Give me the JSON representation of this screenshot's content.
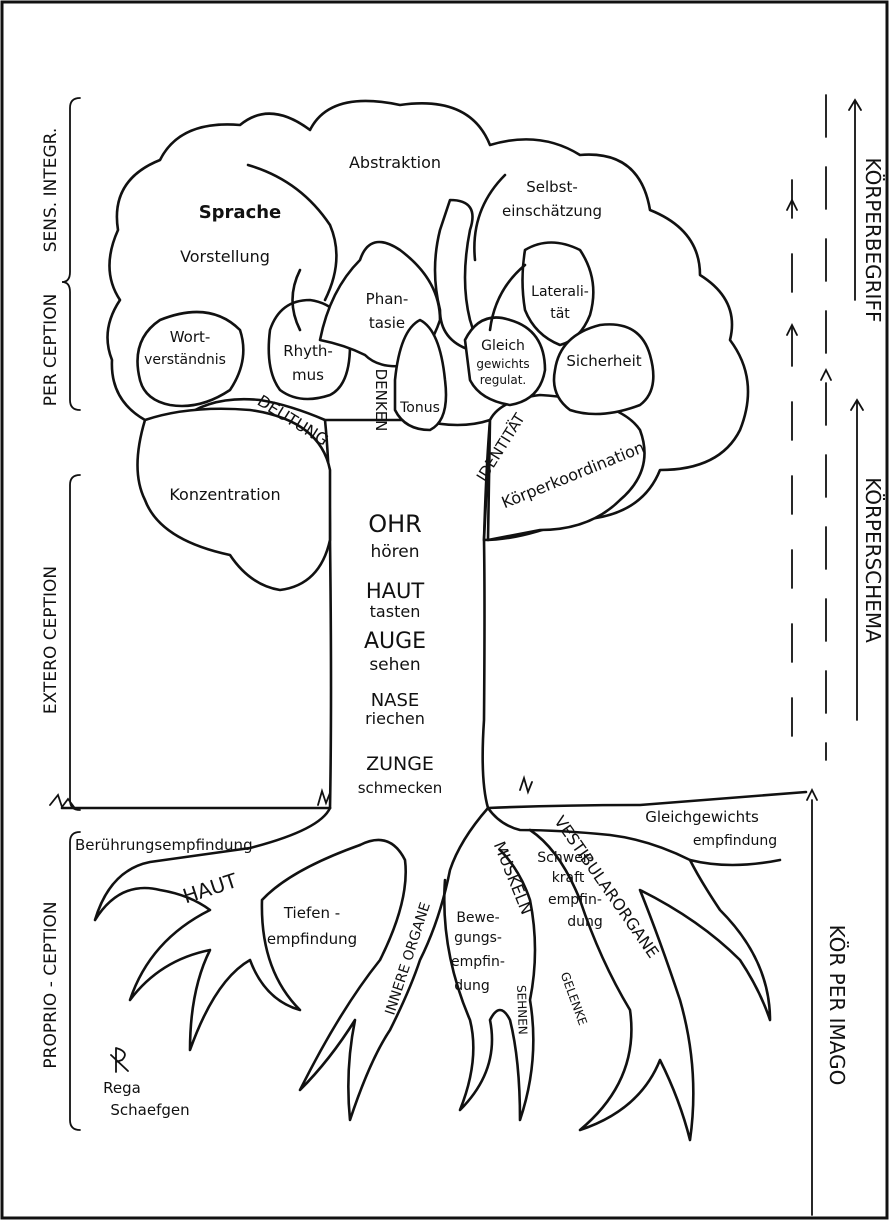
{
  "side_left": {
    "sens_integr": "SENS. INTEGR.",
    "perception": "PER CEPTION",
    "exteroception": "EXTERO CEPTION",
    "proprioception": "PROPRIO - CEPTION"
  },
  "side_right": {
    "koerperbegriff": "KÖRPERBEGRIFF",
    "koerperschema": "KÖRPERSCHEMA",
    "koerperimago": "KÖR PER IMAGO"
  },
  "crown": {
    "abstraktion": "Abstraktion",
    "selbst_1": "Selbst-",
    "selbst_2": "einschätzung",
    "sprache": "Sprache",
    "vorstellung": "Vorstellung",
    "phantasie_1": "Phan-",
    "phantasie_2": "tasie",
    "lateralitaet_1": "Laterali-",
    "lateralitaet_2": "tät",
    "wort_1": "Wort-",
    "wort_2": "verständnis",
    "rhythmus_1": "Rhyth-",
    "rhythmus_2": "mus",
    "denken": "DENKEN",
    "gleich_1": "Gleich",
    "gleich_2": "gewichts",
    "gleich_3": "regulat.",
    "sicherheit": "Sicherheit",
    "tonus": "Tonus",
    "deutung": "DEUTUNG",
    "identitaet": "IDENTITÄT",
    "konzentration": "Konzentration",
    "koerperkoordination": "Körperkoordination"
  },
  "trunk": {
    "ohr": "OHR",
    "hoeren": "hören",
    "haut": "HAUT",
    "tasten": "tasten",
    "auge": "AUGE",
    "sehen": "sehen",
    "nase": "NASE",
    "riechen": "riechen",
    "zunge": "ZUNGE",
    "schmecken": "schmecken"
  },
  "roots": {
    "beruehrung": "Berührungsempfindung",
    "haut": "HAUT",
    "tiefen_1": "Tiefen -",
    "tiefen_2": "empfindung",
    "innere_organe": "INNERE ORGANE",
    "vestibular": "VESTIBULARORGANE",
    "muskeln": "MUSKELN",
    "schwer_1": "Schwer-",
    "schwer_2": "kraft",
    "schwer_3": "empfin-",
    "schwer_4": "dung",
    "bewegung_1": "Bewe-",
    "bewegung_2": "gungs-",
    "bewegung_3": "empfin-",
    "bewegung_4": "dung",
    "sehnen": "SEHNEN",
    "gelenke": "GELENKE",
    "gleichgew_1": "Gleichgewichts",
    "gleichgew_2": "empfindung"
  },
  "signature": {
    "line1": "Rega",
    "line2": "Schaefgen"
  }
}
